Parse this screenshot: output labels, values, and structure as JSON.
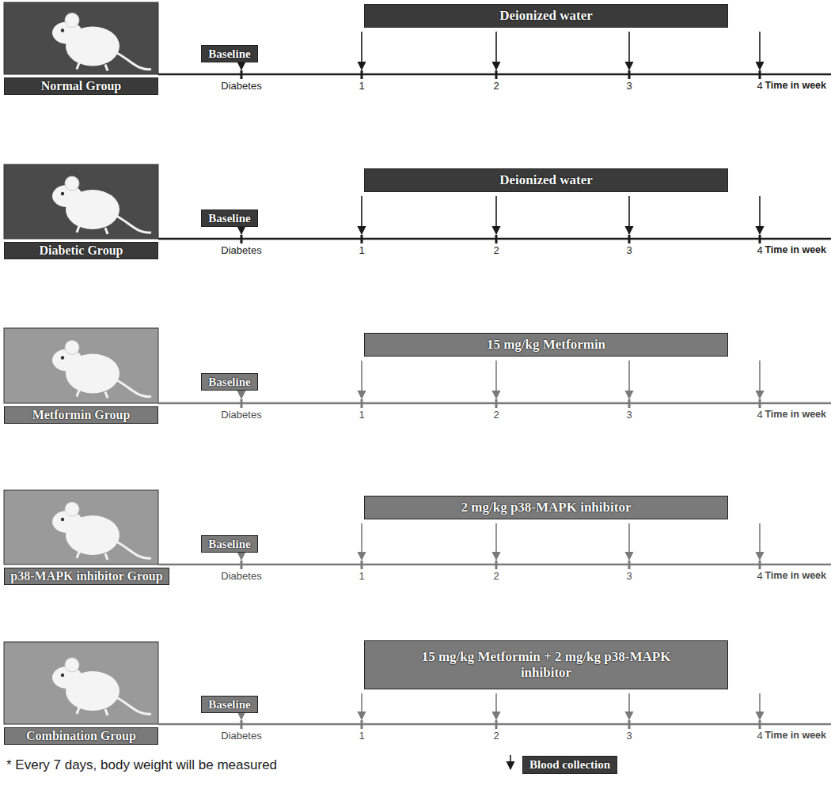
{
  "diagram": {
    "nodes": [
      {
        "text": [
          "Normal Group"
        ]
      },
      {
        "text": [
          "Baseline"
        ]
      },
      {
        "text": [
          "Deionized water"
        ]
      },
      {
        "text": [
          "Diabetic Group"
        ]
      },
      {
        "text": [
          "Baseline"
        ]
      },
      {
        "text": [
          "Deionized water"
        ]
      },
      {
        "text": [
          "Metformin Group"
        ]
      },
      {
        "text": [
          "Baseline"
        ]
      },
      {
        "text": [
          "15 mg/kg Metformin"
        ]
      },
      {
        "text": [
          "p38-MAPK inhibitor Group"
        ]
      },
      {
        "text": [
          "Baseline"
        ]
      },
      {
        "text": [
          "2 mg/kg p38-MAPK inhibitor"
        ]
      },
      {
        "text": [
          "Combination Group"
        ]
      },
      {
        "text": [
          "Baseline"
        ]
      },
      {
        "text": [
          "15 mg/kg Metformin + 2 mg/kg p38-MAPK inhibitor"
        ]
      }
    ],
    "labels": [
      "Diabetes",
      "1",
      "2",
      "3",
      "4",
      "Time in week",
      "Diabetes",
      "1",
      "2",
      "3",
      "4",
      "Time in week",
      "Diabetes",
      "1",
      "2",
      "3",
      "4",
      "Time in week",
      "Diabetes",
      "1",
      "2",
      "3",
      "4",
      "Time in week",
      "Diabetes",
      "1",
      "2",
      "3",
      "4",
      "Time in week",
      "* Every 7 days, body weight will be measured"
    ],
    "legend": [
      {
        "text": "Blood collection"
      }
    ]
  }
}
